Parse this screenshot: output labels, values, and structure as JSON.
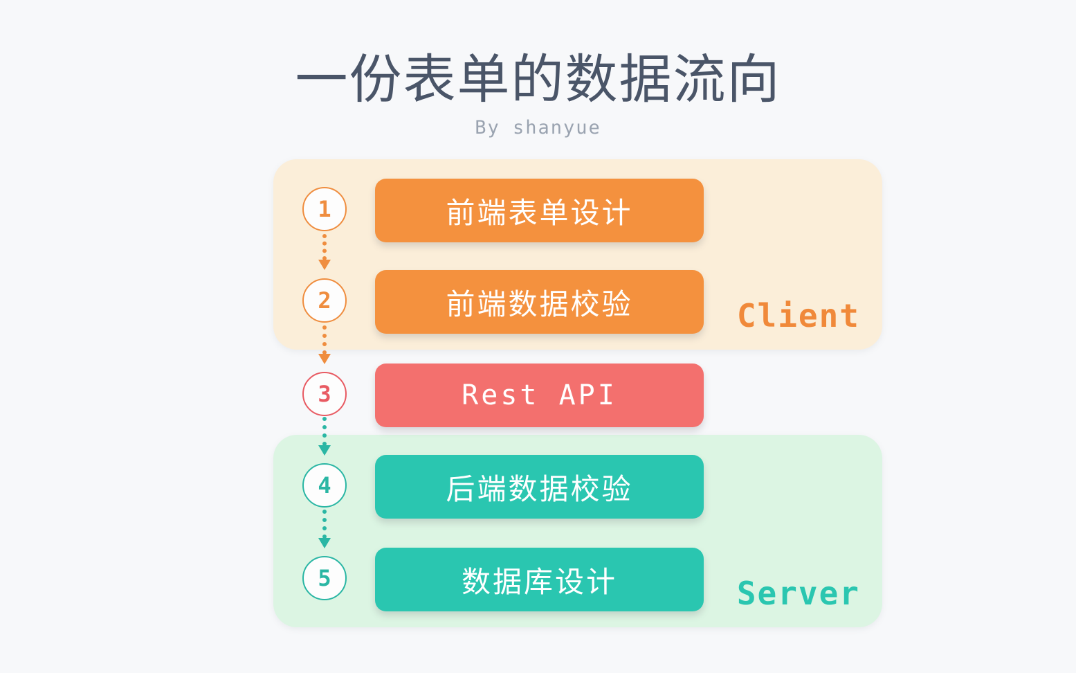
{
  "header": {
    "title": "一份表单的数据流向",
    "subtitle": "By shanyue"
  },
  "zones": {
    "client": {
      "label": "Client",
      "color": "#f0893a",
      "background": "#fbeed9"
    },
    "server": {
      "label": "Server",
      "color": "#2ac6b0",
      "background": "#dcf5e3"
    }
  },
  "steps": [
    {
      "number": "1",
      "label": "前端表单设计",
      "color": "#f4913e",
      "zone": "client"
    },
    {
      "number": "2",
      "label": "前端数据校验",
      "color": "#f4913e",
      "zone": "client"
    },
    {
      "number": "3",
      "label": "Rest API",
      "color": "#f3706e",
      "zone": "middle"
    },
    {
      "number": "4",
      "label": "后端数据校验",
      "color": "#2ac6b0",
      "zone": "server"
    },
    {
      "number": "5",
      "label": "数据库设计",
      "color": "#2ac6b0",
      "zone": "server"
    }
  ],
  "connectors": [
    {
      "from": "1",
      "to": "2",
      "color": "#f0ad72"
    },
    {
      "from": "2",
      "to": "3",
      "color": "#f0ad72"
    },
    {
      "from": "3",
      "to": "4",
      "color": "#3fd0bd"
    },
    {
      "from": "4",
      "to": "5",
      "color": "#3fd0bd"
    }
  ],
  "page": {
    "background": "#f7f8fa",
    "title_color": "#4a5568",
    "subtitle_color": "#9aa3b0"
  }
}
